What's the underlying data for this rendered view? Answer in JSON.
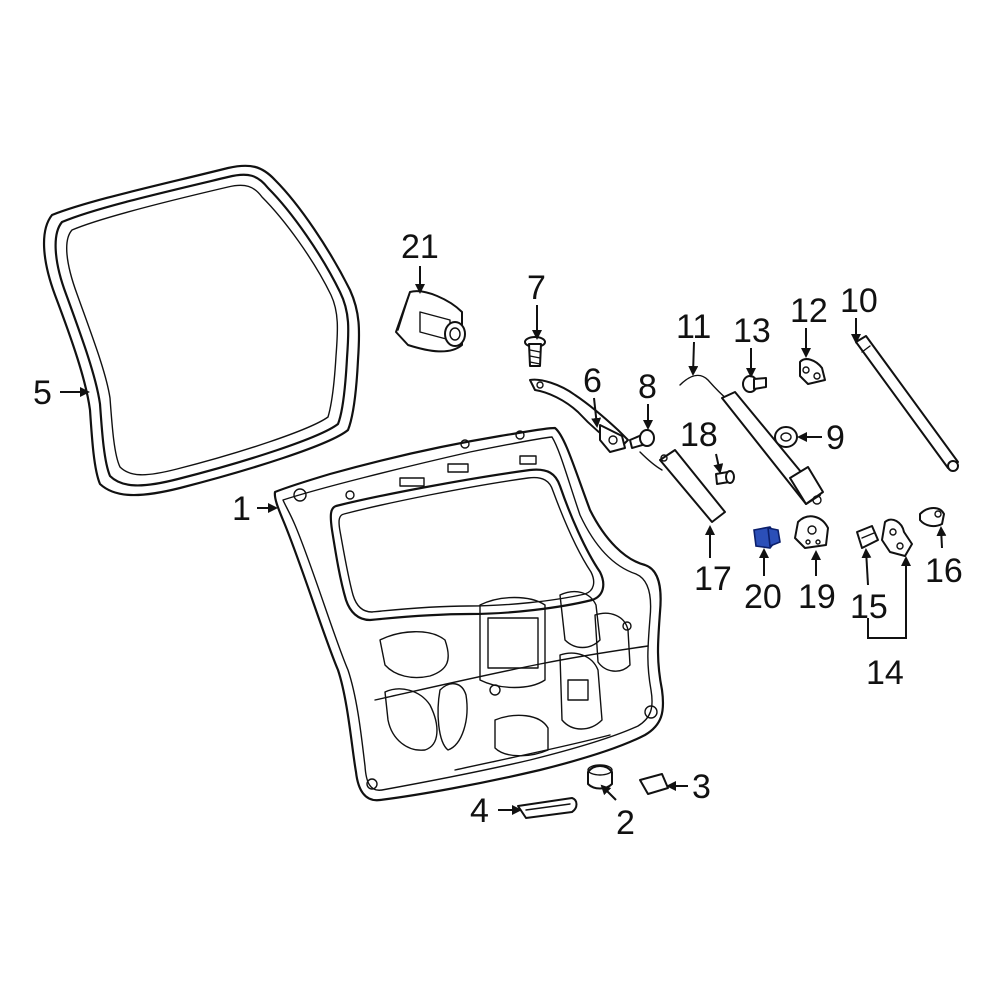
{
  "colors": {
    "highlight": "#2b4fb8",
    "line": "#111111",
    "background": "#ffffff"
  },
  "callouts": {
    "c1": "1",
    "c2": "2",
    "c3": "3",
    "c4": "4",
    "c5": "5",
    "c6": "6",
    "c7": "7",
    "c8": "8",
    "c9": "9",
    "c10": "10",
    "c11": "11",
    "c12": "12",
    "c13": "13",
    "c14": "14",
    "c15": "15",
    "c16": "16",
    "c17": "17",
    "c18": "18",
    "c19": "19",
    "c20": "20",
    "c21": "21"
  },
  "highlighted_part": "20"
}
